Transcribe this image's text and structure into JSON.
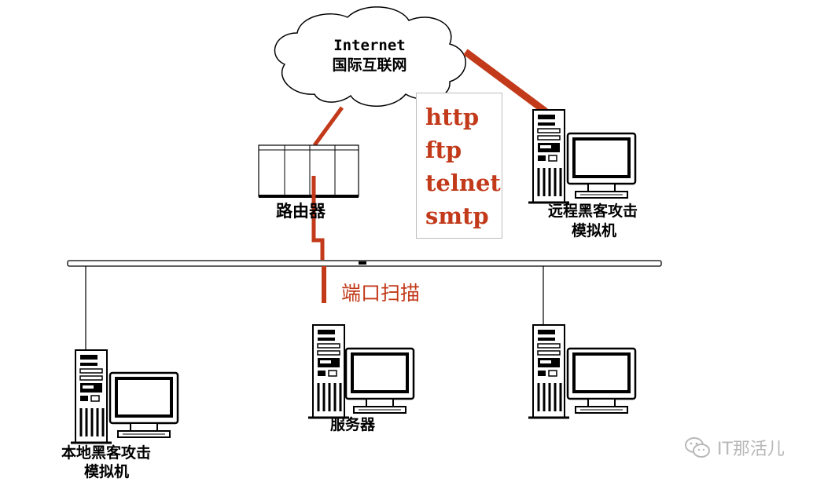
{
  "cloud": {
    "line1": "Internet",
    "line2": "国际互联网"
  },
  "protocols": [
    "http",
    "ftp",
    "telnet",
    "smtp"
  ],
  "router_label": "路由器",
  "port_scan_label": "端口扫描",
  "remote_attacker": {
    "line1": "远程黑客攻击",
    "line2": "模拟机"
  },
  "local_attacker": {
    "line1": "本地黑客攻击",
    "line2": "模拟机"
  },
  "server_label": "服务器",
  "watermark": {
    "text": "IT那活儿",
    "icon": "wechat-icon"
  },
  "colors": {
    "link": "#c23a1a",
    "text": "#000000",
    "watermark": "#b8b8b8"
  }
}
